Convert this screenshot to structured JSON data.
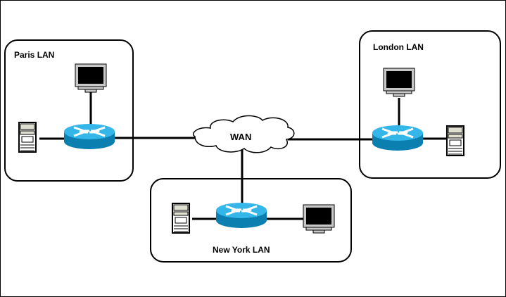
{
  "diagram": {
    "wan": {
      "label": "WAN"
    },
    "lans": [
      {
        "id": "paris",
        "label": "Paris LAN"
      },
      {
        "id": "london",
        "label": "London LAN"
      },
      {
        "id": "newyork",
        "label": "New York LAN"
      }
    ],
    "colors": {
      "router_top": "#35b6e8",
      "router_side": "#0a7fb0",
      "monitor_screen": "#000000",
      "monitor_bezel": "#c8c8c8",
      "line": "#000000"
    },
    "icons": [
      "router-icon",
      "monitor-icon",
      "server-tower-icon",
      "cloud-icon"
    ]
  }
}
